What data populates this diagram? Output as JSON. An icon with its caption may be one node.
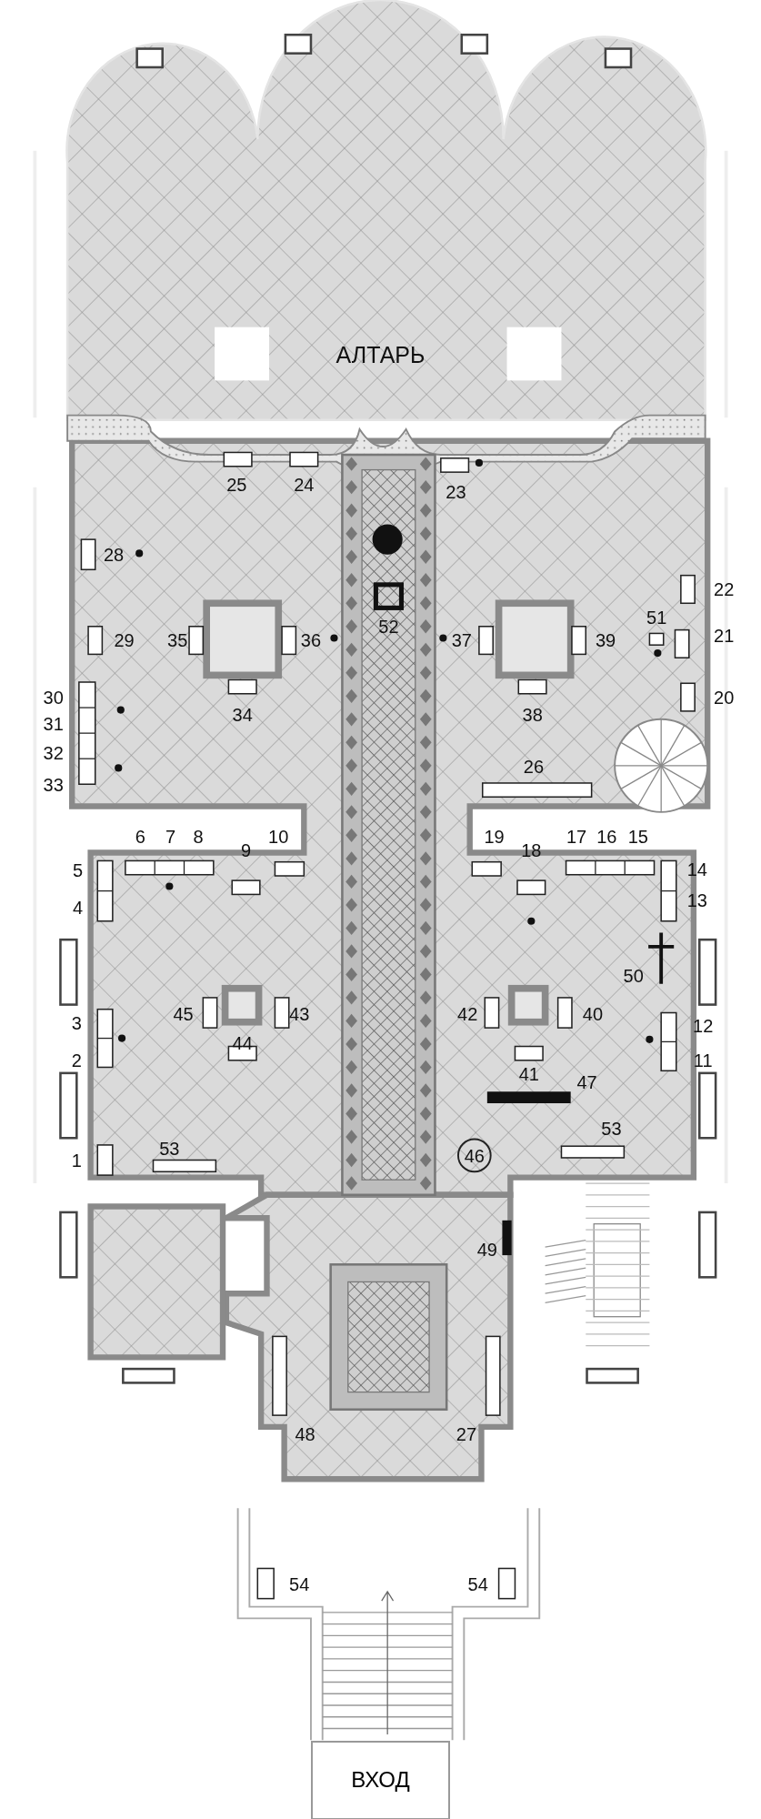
{
  "diagram": {
    "nodes": [
      {
        "text": [
          "ВХОД"
        ]
      }
    ],
    "edges": [],
    "labels": [
      "АЛТАРЬ",
      "25",
      "24",
      "23",
      "28",
      "22",
      "52",
      "29",
      "35",
      "36",
      "37",
      "39",
      "51",
      "21",
      "30",
      "20",
      "34",
      "38",
      "31",
      "32",
      "26",
      "33",
      "6",
      "7",
      "8",
      "10",
      "19",
      "17",
      "16",
      "15",
      "9",
      "18",
      "5",
      "14",
      "13",
      "4",
      "50",
      "45",
      "43",
      "42",
      "40",
      "3",
      "12",
      "44",
      "2",
      "11",
      "41",
      "47",
      "1",
      "53",
      "46",
      "53",
      "49",
      "48",
      "27",
      "54",
      "54"
    ]
  }
}
